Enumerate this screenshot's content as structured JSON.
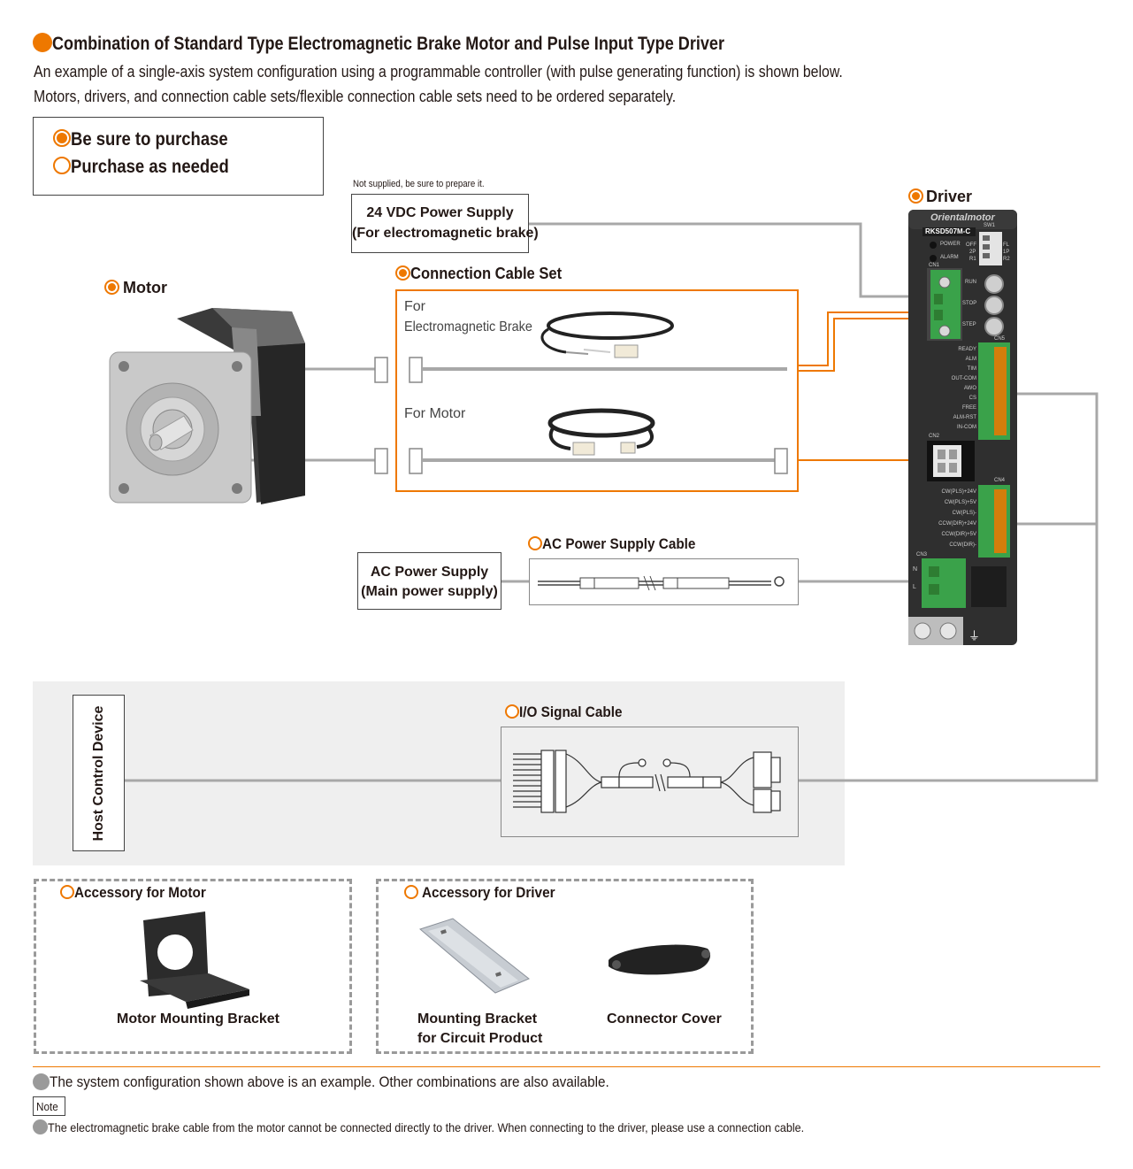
{
  "header": {
    "title": "Combination of Standard Type Electromagnetic Brake Motor and Pulse Input Type Driver",
    "intro_line1": "An example of a single-axis system configuration using a programmable controller (with pulse generating function) is shown below.",
    "intro_line2": "Motors, drivers, and connection cable sets/flexible connection cable sets need to be ordered separately."
  },
  "legend": {
    "required": "Be sure to purchase",
    "optional": "Purchase as needed"
  },
  "brake_supply": {
    "note": "Not supplied, be sure to prepare it.",
    "line1": "24 VDC Power Supply",
    "line2": "(For electromagnetic brake)"
  },
  "motor": {
    "label": "Motor"
  },
  "driver": {
    "label": "Driver",
    "brand": "Orientalmotor",
    "model": "RKSD507M-C",
    "sw1": "SW1",
    "leds": [
      "POWER",
      "ALARM"
    ],
    "switch_labels": [
      "OFF",
      "2P",
      "R1"
    ],
    "switch_right": [
      "FL",
      "1P",
      "R2"
    ],
    "cn1": "CN1",
    "cn2": "CN2",
    "cn3": "CN3",
    "cn4": "CN4",
    "cn5": "CN5",
    "pots": [
      "RUN",
      "STOP",
      "STEP"
    ],
    "cn5_signals": [
      "READY",
      "ALM",
      "TIM",
      "OUT-COM",
      "AWO",
      "CS",
      "FREE",
      "ALM-RST",
      "IN-COM"
    ],
    "cn4_signals": [
      "CW(PLS)+24V",
      "CW(PLS)+5V",
      "CW(PLS)-",
      "CCW(DIR)+24V",
      "CCW(DIR)+5V",
      "CCW(DIR)-"
    ],
    "cn3_terminals": [
      "N",
      "L"
    ]
  },
  "connection_cable_set": {
    "label": "Connection Cable Set",
    "brake_label_line1": "For",
    "brake_label_line2": "Electromagnetic Brake",
    "motor_label": "For Motor"
  },
  "ac_cable": {
    "label": "AC Power Supply Cable"
  },
  "ac_supply": {
    "line1": "AC Power Supply",
    "line2": "(Main power supply)"
  },
  "io_cable": {
    "label": "I/O Signal Cable"
  },
  "host": {
    "label": "Host Control Device"
  },
  "accessory_motor": {
    "title": "Accessory for Motor",
    "item": "Motor Mounting Bracket"
  },
  "accessory_driver": {
    "title": "Accessory for Driver",
    "item1_line1": "Mounting Bracket",
    "item1_line2": "for Circuit Product",
    "item2": "Connector Cover"
  },
  "footer": {
    "statement": "The system configuration shown above is an example. Other combinations are also available.",
    "note_tag": "Note",
    "note_text": "The electromagnetic brake cable from the motor cannot be connected directly to the driver. When connecting to the driver, please use a connection cable."
  },
  "colors": {
    "accent": "#ee7800",
    "cable_gray": "#a8a8a8",
    "dark_gray": "#4a4a4a",
    "host_band": "#efefef",
    "driver_body": "#2f2f2f",
    "terminal_green": "#3aa24a"
  }
}
